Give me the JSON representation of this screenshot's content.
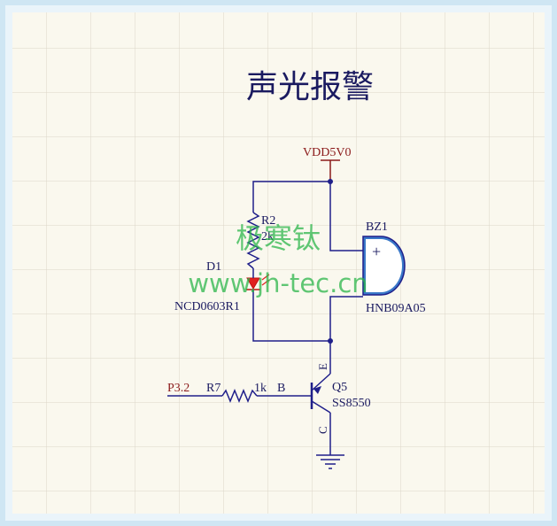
{
  "title": "声光报警",
  "colors": {
    "wire": "#1f1f8a",
    "net_label": "#8b1a1a",
    "text": "#1a1a60",
    "grid": "#d9d4c6",
    "paper": "#faf8ee",
    "frame": "#cfe6f3",
    "watermark": "#2bb54a",
    "led_red": "#e02020"
  },
  "power": {
    "label": "VDD5V0"
  },
  "input": {
    "net_label": "P3.2"
  },
  "components": {
    "r2": {
      "ref": "R2",
      "value": "2k"
    },
    "d1": {
      "ref": "D1",
      "value": "NCD0603R1"
    },
    "bz1": {
      "ref": "BZ1",
      "value": "HNB09A05",
      "pin_plus": "+"
    },
    "r7": {
      "ref": "R7",
      "value": "1k"
    },
    "q5": {
      "ref": "Q5",
      "value": "SS8550",
      "pin_b": "B",
      "pin_e": "E",
      "pin_c": "C"
    }
  },
  "watermark": {
    "cn": "极寒钛",
    "url": "www.jh-tec.cn"
  }
}
